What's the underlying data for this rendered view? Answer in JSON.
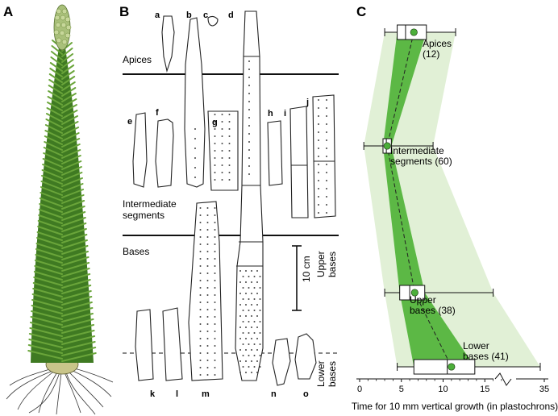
{
  "panels": {
    "a": "A",
    "b": "B",
    "c": "C"
  },
  "panel_b": {
    "fragment_letters": [
      "a",
      "b",
      "c",
      "d",
      "e",
      "f",
      "g",
      "h",
      "i",
      "j",
      "k",
      "l",
      "m",
      "n",
      "o"
    ],
    "regions": {
      "apices": "Apices",
      "intermediate": "Intermediate segments",
      "bases": "Bases"
    },
    "intermediate_line1": "Intermediate",
    "intermediate_line2": "segments",
    "scale_label": "10 cm",
    "upper_bases": "Upper bases",
    "upper_bases_line1": "Upper",
    "upper_bases_line2": "bases",
    "lower_bases_line1": "Lower",
    "lower_bases_line2": "bases"
  },
  "chart_data": {
    "type": "box",
    "xlabel": "Time for 10 mm vertical growth (in plastochrons)",
    "xticks": [
      0,
      5,
      10,
      15,
      35
    ],
    "axis_break": true,
    "categories": [
      {
        "line1": "Apices",
        "line2": "(12)"
      },
      {
        "line1": "Intermediate",
        "line2": "segments (60)"
      },
      {
        "line1": "Upper",
        "line2": "bases (38)"
      },
      {
        "line1": "Lower",
        "line2": "bases (41)"
      }
    ],
    "boxes": [
      {
        "min": 3.0,
        "q1": 4.5,
        "median": 5.5,
        "q3": 8.0,
        "max": 11.5,
        "mean": 6.5
      },
      {
        "min": 0.5,
        "q1": 2.8,
        "median": 3.2,
        "q3": 3.8,
        "max": 8.8,
        "mean": 3.3
      },
      {
        "min": 3.0,
        "q1": 4.8,
        "median": 6.0,
        "q3": 7.8,
        "max": 16.0,
        "mean": 6.6
      },
      {
        "min": 4.5,
        "q1": 6.5,
        "median": 10.5,
        "q3": 13.8,
        "max": 33.0,
        "mean": 11.0
      }
    ],
    "colors": {
      "dark_band": "#5cb845",
      "light_band": "#e1f0d6",
      "mean_dot": "#4caf3a"
    }
  }
}
